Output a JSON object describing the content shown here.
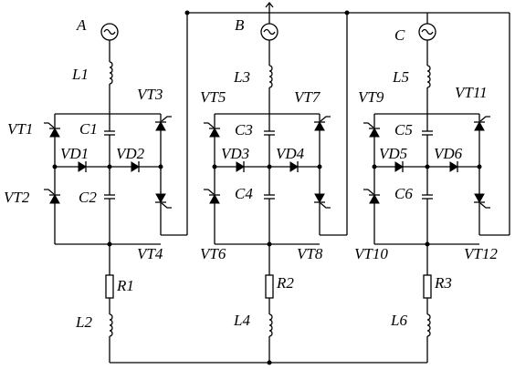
{
  "sources": [
    {
      "id": "A",
      "label": "A"
    },
    {
      "id": "B",
      "label": "B"
    },
    {
      "id": "C",
      "label": "C"
    }
  ],
  "phases": [
    {
      "inductor_top": "L1",
      "capacitors": [
        "C1",
        "C2"
      ],
      "diodes": [
        "VD1",
        "VD2"
      ],
      "thyristors": [
        "VT1",
        "VT2",
        "VT3",
        "VT4"
      ],
      "resistor": "R1",
      "inductor_bottom": "L2"
    },
    {
      "inductor_top": "L3",
      "capacitors": [
        "C3",
        "C4"
      ],
      "diodes": [
        "VD3",
        "VD4"
      ],
      "thyristors": [
        "VT5",
        "VT6",
        "VT7",
        "VT8"
      ],
      "resistor": "R2",
      "inductor_bottom": "L4"
    },
    {
      "inductor_top": "L5",
      "capacitors": [
        "C5",
        "C6"
      ],
      "diodes": [
        "VD5",
        "VD6"
      ],
      "thyristors": [
        "VT9",
        "VT10",
        "VT11",
        "VT12"
      ],
      "resistor": "R3",
      "inductor_bottom": "L6"
    }
  ]
}
